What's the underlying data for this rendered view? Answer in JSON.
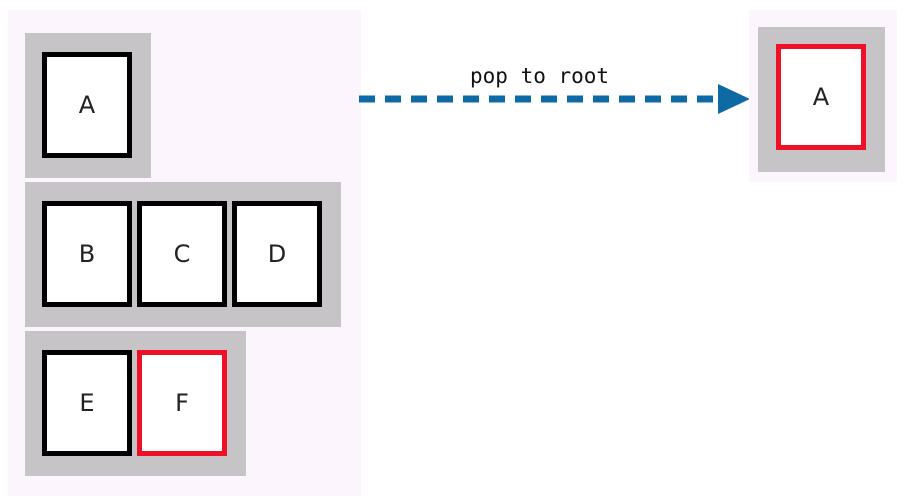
{
  "colors": {
    "panel_bg": "#fcf5fd",
    "stack_bg": "#c6c4c6",
    "box_border": "#000000",
    "active_border": "#ee1027",
    "arrow": "#0d6aa5"
  },
  "before": {
    "rows": [
      {
        "items": [
          {
            "label": "A",
            "active": false
          }
        ]
      },
      {
        "items": [
          {
            "label": "B",
            "active": false
          },
          {
            "label": "C",
            "active": false
          },
          {
            "label": "D",
            "active": false
          }
        ]
      },
      {
        "items": [
          {
            "label": "E",
            "active": false
          },
          {
            "label": "F",
            "active": true
          }
        ]
      }
    ]
  },
  "transition": {
    "label": "pop to root"
  },
  "after": {
    "rows": [
      {
        "items": [
          {
            "label": "A",
            "active": true
          }
        ]
      }
    ]
  }
}
